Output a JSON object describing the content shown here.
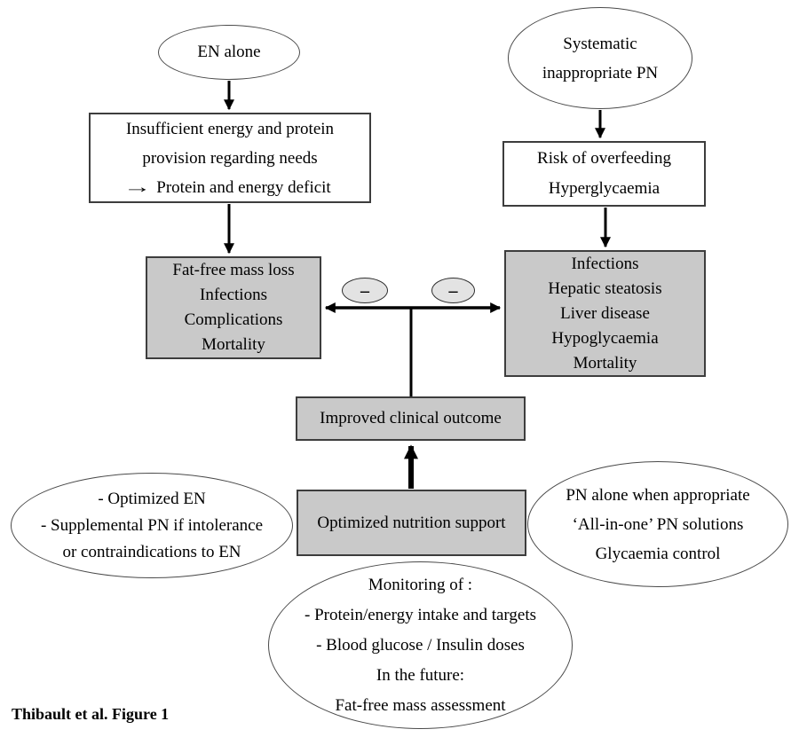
{
  "figure": {
    "caption": "Thibault  et al. Figure 1"
  },
  "icons": {
    "right_arrow": "→",
    "minus": "–"
  },
  "colors": {
    "gray_box_fill": "#c9c9c9",
    "minus_badge_fill": "#e3e3e3",
    "line_color": "#000000",
    "border_color": "#3d3d3d"
  },
  "nodes": {
    "en_alone": {
      "shape": "ellipse",
      "lines": [
        "EN alone"
      ]
    },
    "systematic_pn": {
      "shape": "ellipse",
      "lines": [
        "Systematic",
        "inappropriate PN"
      ]
    },
    "insufficient": {
      "shape": "rect",
      "lines": [
        "Insufficient energy and protein",
        "provision regarding needs",
        "Protein and energy deficit"
      ]
    },
    "risk_overfeeding": {
      "shape": "rect",
      "lines": [
        "Risk of overfeeding",
        "Hyperglycaemia"
      ]
    },
    "en_outcomes": {
      "shape": "gray-rect",
      "lines": [
        "Fat-free mass loss",
        "Infections",
        "Complications",
        "Mortality"
      ]
    },
    "pn_outcomes": {
      "shape": "gray-rect",
      "lines": [
        "Infections",
        "Hepatic steatosis",
        "Liver disease",
        "Hypoglycaemia",
        "Mortality"
      ]
    },
    "improved_outcome": {
      "shape": "gray-rect",
      "lines": [
        "Improved clinical outcome"
      ]
    },
    "optimized_support": {
      "shape": "gray-rect",
      "lines": [
        "Optimized nutrition support"
      ]
    },
    "optimized_en": {
      "shape": "ellipse",
      "lines": [
        "- Optimized EN",
        "- Supplemental PN if intolerance",
        "or contraindications to EN"
      ]
    },
    "pn_alone": {
      "shape": "ellipse",
      "lines": [
        "PN alone when appropriate",
        "‘All-in-one’ PN solutions",
        "Glycaemia control"
      ]
    },
    "monitoring": {
      "shape": "ellipse",
      "lines": [
        "Monitoring of :",
        "- Protein/energy intake and targets",
        "- Blood glucose / Insulin doses",
        "In the future:",
        "Fat-free mass assessment"
      ]
    }
  }
}
